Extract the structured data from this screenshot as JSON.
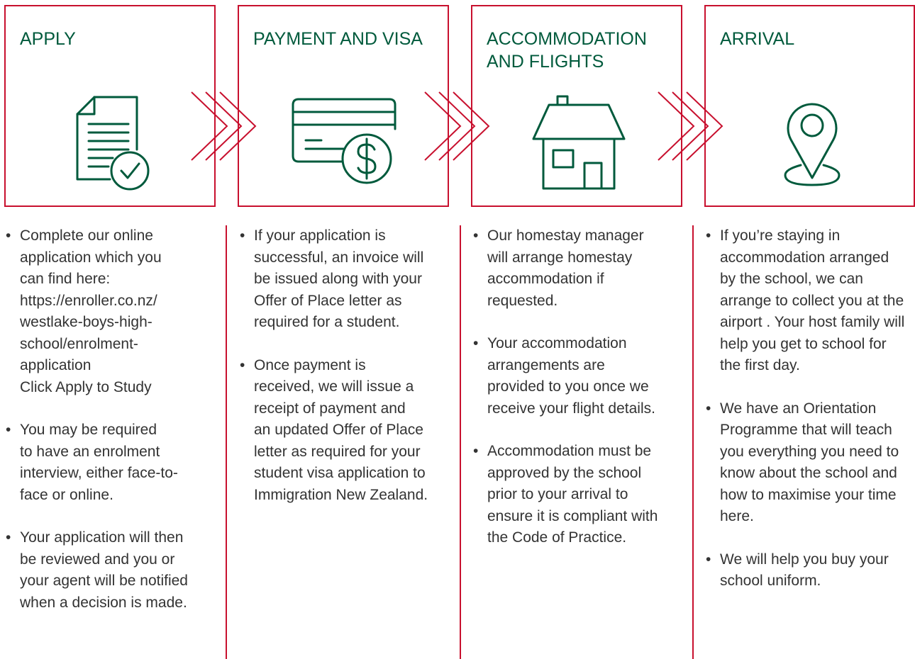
{
  "colors": {
    "accent_red": "#c8102e",
    "heading_green": "#005a3c",
    "body_text": "#333333"
  },
  "steps": [
    {
      "title": "APPLY",
      "icon": "document-check-icon",
      "items": [
        "Complete our online\napplication which you\ncan find here:\nhttps://enroller.co.nz/\nwestlake-boys-high-\nschool/enrolment-\napplication\nClick Apply to Study",
        "You may be required\nto have an enrolment\ninterview, either face-to-\nface or online.",
        "Your application will then\nbe reviewed and you or\nyour agent will be notified\nwhen a decision is made."
      ]
    },
    {
      "title": "PAYMENT AND VISA",
      "icon": "credit-card-dollar-icon",
      "items": [
        "If your application is\nsuccessful, an invoice will\nbe issued along with your\nOffer of Place letter as\nrequired for a student.",
        "Once payment is\nreceived, we will issue a\nreceipt of payment and\nan updated Offer of Place\nletter as required for your\nstudent visa application to\nImmigration New Zealand."
      ]
    },
    {
      "title": "ACCOMMODATION AND FLIGHTS",
      "icon": "house-icon",
      "items": [
        "Our homestay manager\nwill arrange homestay\naccommodation if\nrequested.",
        "Your accommodation\narrangements are\nprovided to you once we\nreceive your flight details.",
        "Accommodation must be\napproved by the school\nprior to your arrival to\nensure it is compliant with\nthe Code of Practice."
      ]
    },
    {
      "title": "ARRIVAL",
      "icon": "location-pin-icon",
      "items": [
        "If you’re staying in\naccommodation arranged\nby the school, we can\narrange to collect you at the\nairport . Your host family will\nhelp you get to school for\nthe first day.",
        "We have an Orientation\nProgramme that will teach\nyou everything you need to\nknow about the school and\nhow to maximise your time\nhere.",
        "We will help you buy your\nschool uniform."
      ]
    }
  ]
}
